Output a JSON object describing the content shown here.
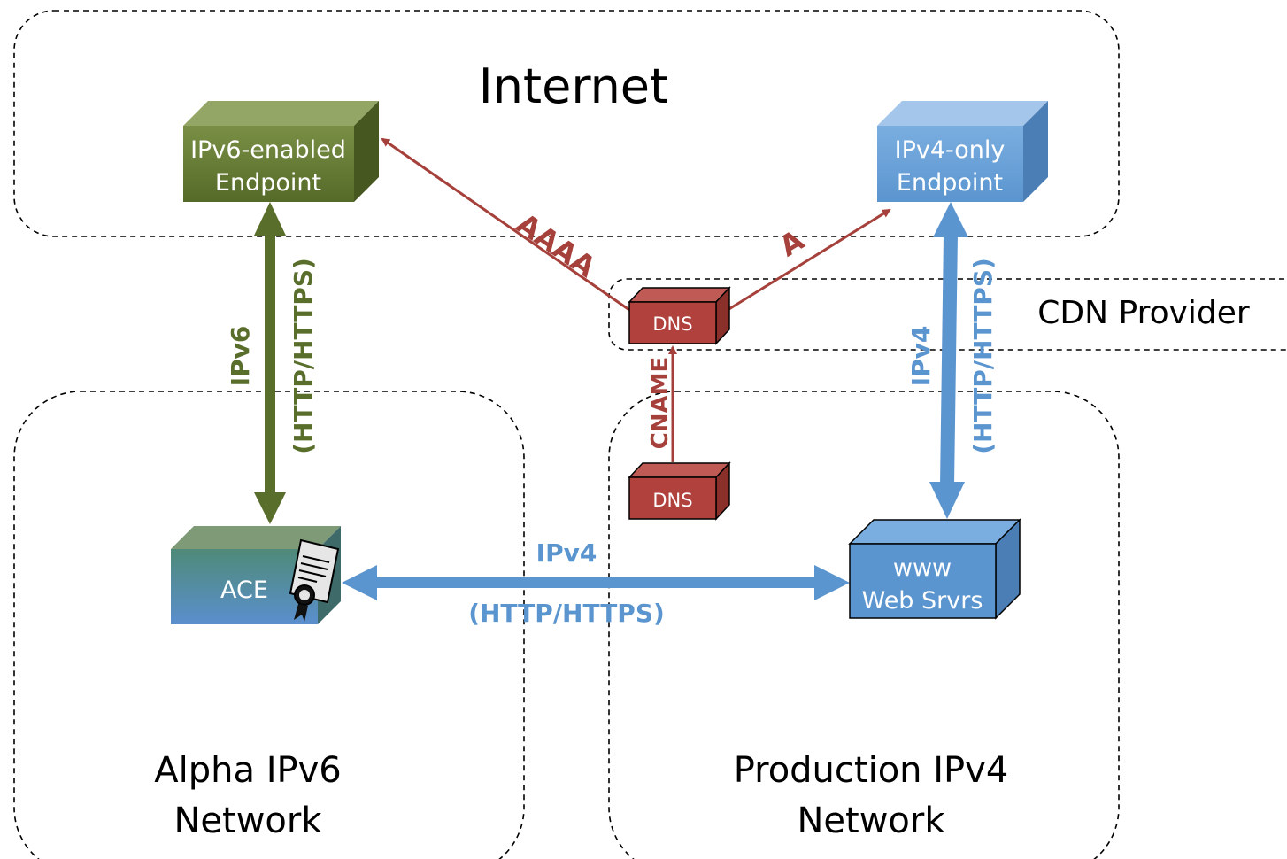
{
  "regions": {
    "internet": "Internet",
    "cdn": "CDN Provider",
    "alpha_line1": "Alpha IPv6",
    "alpha_line2": "Network",
    "prod_line1": "Production IPv4",
    "prod_line2": "Network"
  },
  "nodes": {
    "ipv6_endpoint": {
      "line1": "IPv6-enabled",
      "line2": "Endpoint"
    },
    "ipv4_endpoint": {
      "line1": "IPv4-only",
      "line2": "Endpoint"
    },
    "dns_cdn": "DNS",
    "dns_origin": "DNS",
    "ace": "ACE",
    "web": {
      "line1": "www",
      "line2": "Web Srvrs"
    }
  },
  "links": {
    "ipv6_proto": "IPv6",
    "ipv6_app": "(HTTP/HTTPS)",
    "ipv4_vertical_proto": "IPv4",
    "ipv4_vertical_app": "(HTTP/HTTPS)",
    "ipv4_horizontal_proto": "IPv4",
    "ipv4_horizontal_app": "(HTTP/HTTPS)",
    "aaaa": "AAAA",
    "a": "A",
    "cname": "CNAME"
  },
  "colors": {
    "green": "#5a6e2c",
    "blue": "#5b95cf",
    "red": "#a5403b"
  }
}
